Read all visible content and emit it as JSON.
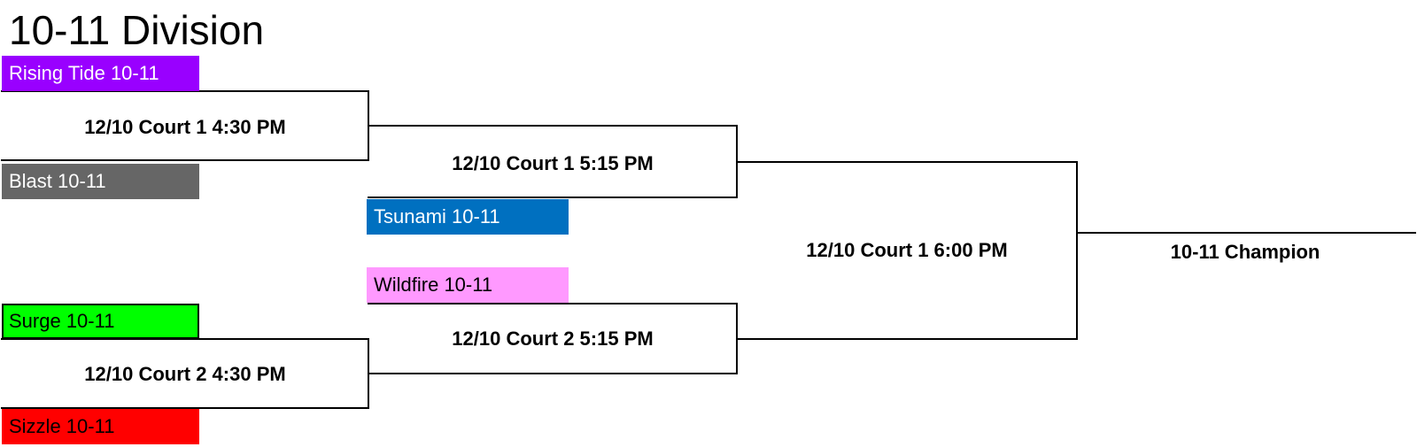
{
  "title": "10-11 Division",
  "teams": {
    "rising_tide": {
      "name": "Rising Tide 10-11",
      "bg": "#9900ff",
      "fg": "#ffffff"
    },
    "blast": {
      "name": "Blast 10-11",
      "bg": "#666666",
      "fg": "#ffffff"
    },
    "tsunami": {
      "name": "Tsunami 10-11",
      "bg": "#0070c0",
      "fg": "#ffffff"
    },
    "wildfire": {
      "name": "Wildfire 10-11",
      "bg": "#ff99ff",
      "fg": "#000000"
    },
    "surge": {
      "name": "Surge 10-11",
      "bg": "#00ff00",
      "fg": "#000000"
    },
    "sizzle": {
      "name": "Sizzle 10-11",
      "bg": "#ff0000",
      "fg": "#000000"
    }
  },
  "matches": {
    "r1_top": "12/10 Court 1 4:30 PM",
    "r1_bottom": "12/10 Court 2 4:30 PM",
    "r2_top": "12/10 Court 1 5:15 PM",
    "r2_bottom": "12/10 Court 2 5:15 PM",
    "final": "12/10 Court 1 6:00 PM"
  },
  "champion": "10-11 Champion",
  "line_color": "#000000"
}
